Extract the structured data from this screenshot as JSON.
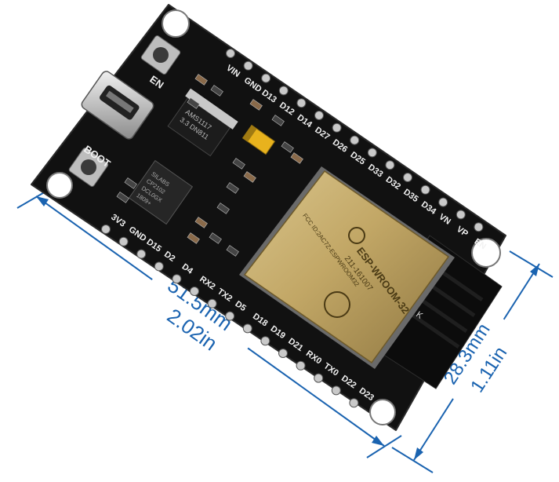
{
  "board": {
    "top_pin_labels": [
      "VIN",
      "GND",
      "D13",
      "D12",
      "D14",
      "D27",
      "D26",
      "D25",
      "D33",
      "D32",
      "D35",
      "D34",
      "VN",
      "VP",
      "EN"
    ],
    "bottom_pin_labels": [
      "3V3",
      "GND",
      "D15",
      "D2",
      "D4",
      "RX2",
      "TX2",
      "D5",
      "D18",
      "D19",
      "D21",
      "RX0",
      "TX0",
      "D22",
      "D23"
    ],
    "button_en_label": "EN",
    "button_boot_label": "BOOT",
    "regulator_text": [
      "AMS1117",
      "3.3 DN811"
    ],
    "usb_chip_text": [
      "SILABS",
      "CP2102",
      "DCL0GX",
      "1809+"
    ],
    "module_text": [
      "ESP-WROOM-32",
      "211-161007",
      "FCC ID:2AC7Z-ESPWROOM32"
    ],
    "module_mark": "K"
  },
  "dimensions": {
    "length_mm": "51.5mm",
    "length_in": "2.02in",
    "width_mm": "28.3mm",
    "width_in": "1.11in",
    "line_color": "#1a63b0"
  }
}
